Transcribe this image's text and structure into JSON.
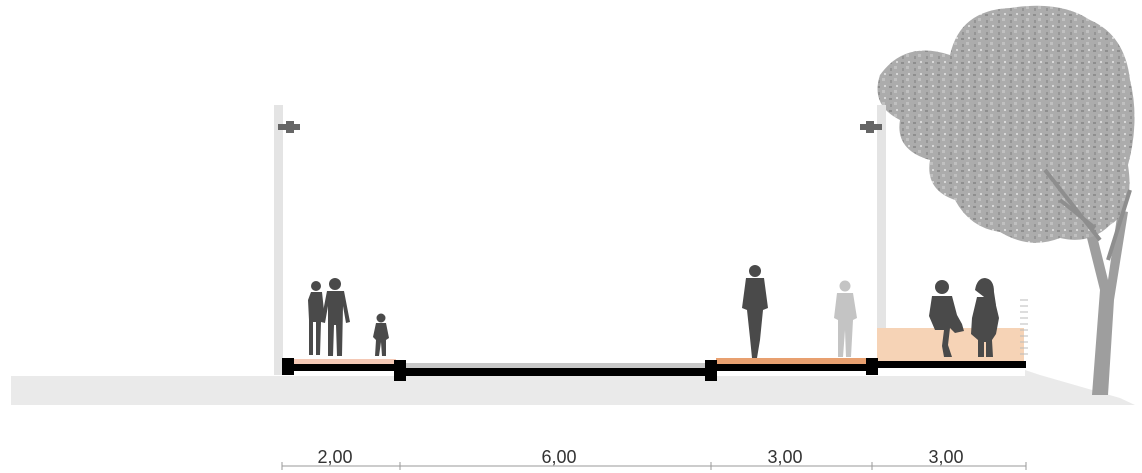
{
  "colors": {
    "ground": "#eaeaea",
    "slab": "#000000",
    "road_surface": "#c8c8c8",
    "sidewalk_paving": "#f4c9b6",
    "bike_lane": "#e8a070",
    "plaza_block": "#f6d3b6",
    "pole": "#e4e4e4",
    "silhouette_dark": "#4a4a4a",
    "silhouette_light": "#c4c4c4",
    "tree": "#9e9e9e",
    "dimension_line": "#9a9a9a"
  },
  "dimensions": [
    {
      "label": "2,00"
    },
    {
      "label": "6,00"
    },
    {
      "label": "3,00"
    },
    {
      "label": "3,00"
    }
  ]
}
